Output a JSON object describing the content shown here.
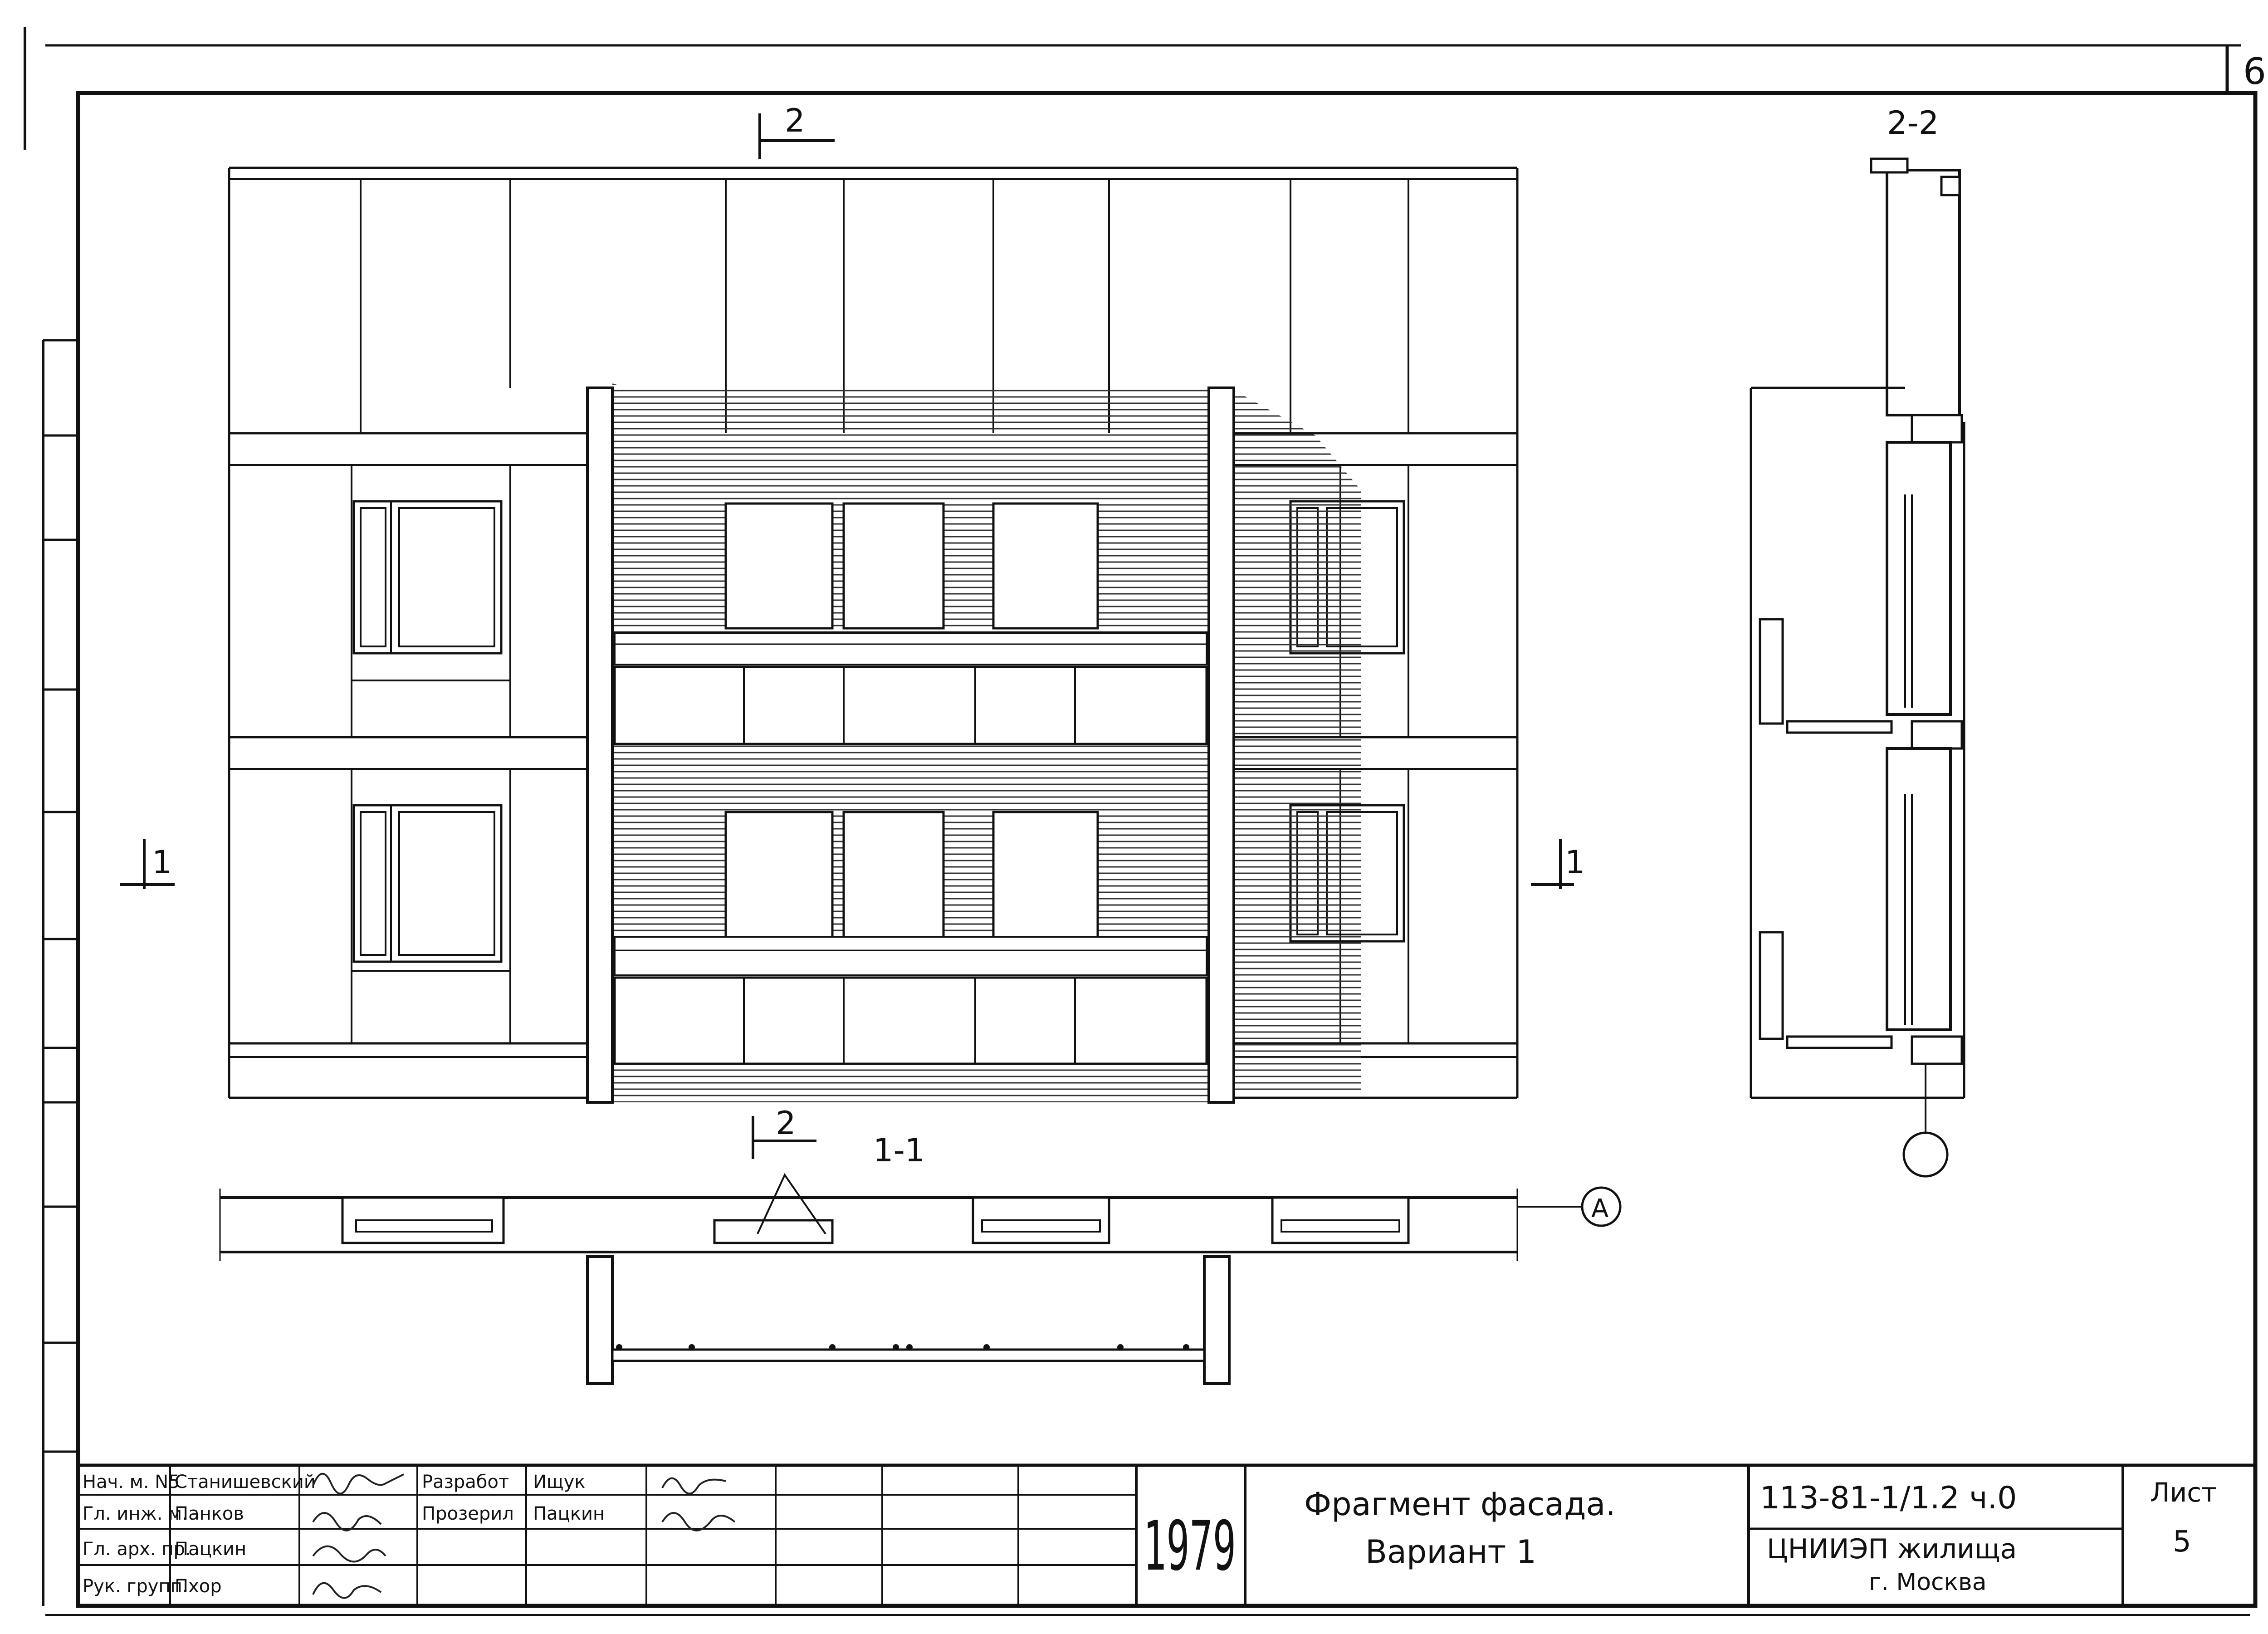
{
  "sheet": {
    "page_number": "6",
    "year": "1979",
    "title_line1": "Фрагмент фасада.",
    "title_line2": "Вариант 1",
    "project_code": "113-81-1/1.2 ч.0",
    "organization_line1": "ЦНИИЭП жилища",
    "organization_line2": "г. Москва",
    "sheet_label": "Лист",
    "sheet_number": "5"
  },
  "title_block": {
    "rows": [
      {
        "role": "Нач. м. N5",
        "name": "Станишевский"
      },
      {
        "role": "Гл. инж. м.",
        "name": "Панков"
      },
      {
        "role": "Гл. арх. пр.",
        "name": "Пацкин"
      },
      {
        "role": "Рук. групп.",
        "name": "Пхор"
      }
    ],
    "right_rows": [
      {
        "role": "Разработ",
        "name": "Ищук"
      },
      {
        "role": "Прозерил",
        "name": "Пацкин"
      }
    ]
  },
  "labels": {
    "cut_2_top": "2",
    "cut_2_bottom": "2",
    "cut_1_left": "1",
    "cut_1_right": "1",
    "section_1_1": "1-1",
    "section_2_2": "2-2",
    "axis_a": "A"
  },
  "colors": {
    "ink": "#111111",
    "paper": "#ffffff"
  }
}
